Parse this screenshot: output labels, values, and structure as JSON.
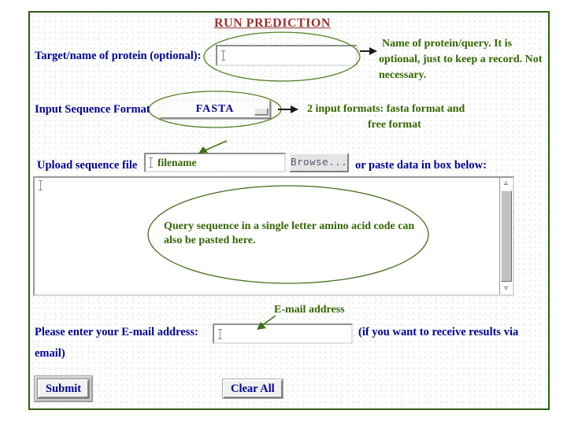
{
  "title": "RUN PREDICTION",
  "target_row": {
    "label": "Target/name of protein (optional):",
    "value": "",
    "note_line1": "Name of protein/query. It is",
    "note_line2": "optional, just to keep a record. Not",
    "note_line3": "necessary."
  },
  "format_row": {
    "label": "Input Sequence Format",
    "selected": "FASTA",
    "note_line1": "2 input formats: fasta format and",
    "note_line2": "free format"
  },
  "upload_row": {
    "label": "Upload sequence file",
    "filename": "filename",
    "browse_label": "Browse...",
    "paste_note": "or paste data in box below:"
  },
  "sequence_box": {
    "value": "",
    "note_line1": "Query sequence in a single letter amino acid code can",
    "note_line2": "also be pasted here."
  },
  "email_row": {
    "pointer_label": "E-mail address",
    "label": "Please enter your E-mail address:",
    "value": "",
    "suffix_line1": "(if you want to receive results via",
    "suffix_line2": "email)"
  },
  "actions": {
    "submit_label": "Submit",
    "clear_label": "Clear All"
  },
  "colors": {
    "label_navy": "#000099",
    "title_red": "#993333",
    "note_green": "#336600",
    "ellipse_green": "#567d21",
    "panel_border_green": "#2f5d16"
  }
}
